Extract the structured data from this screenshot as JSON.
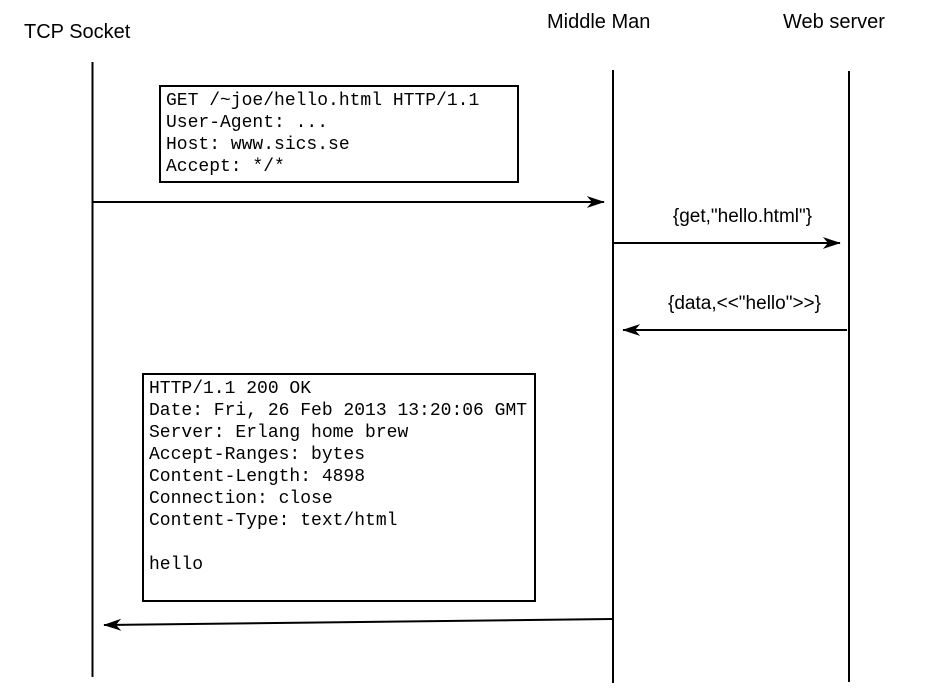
{
  "actors": [
    {
      "id": "tcp-socket",
      "label": "TCP Socket"
    },
    {
      "id": "middle-man",
      "label": "Middle Man"
    },
    {
      "id": "web-server",
      "label": "Web server"
    }
  ],
  "request_box": {
    "lines": [
      "GET /~joe/hello.html HTTP/1.1",
      "User-Agent: ...",
      "Host: www.sics.se",
      "Accept: */*"
    ]
  },
  "response_box": {
    "lines": [
      "HTTP/1.1 200 OK",
      "Date: Fri, 26 Feb 2013 13:20:06 GMT",
      "Server: Erlang home brew",
      "Accept-Ranges: bytes",
      "Content-Length: 4898",
      "Connection: close",
      "Content-Type: text/html",
      "",
      "hello"
    ]
  },
  "arrow_labels": {
    "get": "{get,\"hello.html\"}",
    "data": "{data,<<\"hello\">>}"
  },
  "colors": {
    "background": "#ffffff",
    "line": "#000000",
    "text": "#000000"
  }
}
